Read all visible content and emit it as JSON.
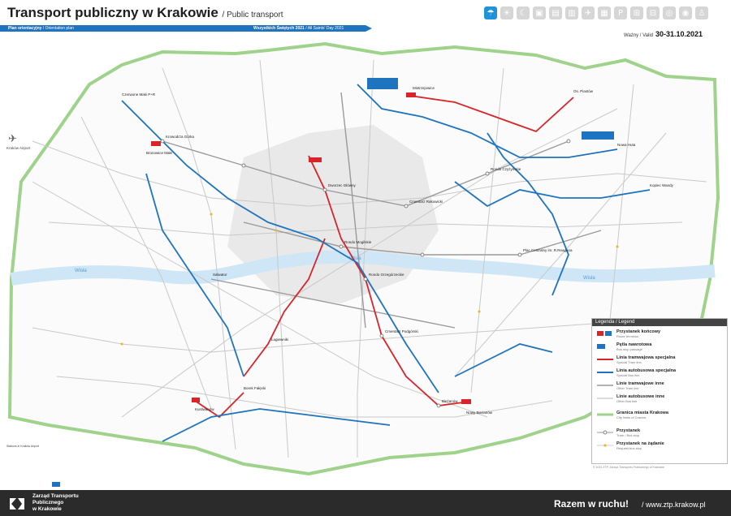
{
  "header": {
    "title": "Transport publiczny w Krakowie",
    "subtitle": "/ Public transport",
    "plan_label": "Plan orientacyjny",
    "plan_label_en": "/ Orientation plan",
    "period_label": "Wszystkich Świętych 2021",
    "period_label_en": "/ All Saints' Day 2021",
    "valid_label": "Ważny / Valid",
    "valid_dates": "30-31.10.2021"
  },
  "icons": [
    "weather-icon",
    "day-icon",
    "night-icon",
    "tram-icon",
    "bus-icon",
    "bus-night-icon",
    "agglomeration-icon",
    "ticket-icon",
    "park-icon",
    "park-ride-icon",
    "kiss-ride-icon",
    "bike-icon",
    "bike-rental-icon",
    "pedestrian-icon"
  ],
  "rivers": [
    "Wisła",
    "Wisła",
    "Wisła"
  ],
  "airport": "Kraków Airport",
  "stations": [
    {
      "name": "Krowodrza Górka"
    },
    {
      "name": "Dworzec Główny"
    },
    {
      "name": "Rondo Mogilskie"
    },
    {
      "name": "Rondo Grzegórzeckie"
    },
    {
      "name": "Plac Centralny im. R.Reagana"
    },
    {
      "name": "Rondo Czyżyńskie"
    },
    {
      "name": "Nowy Bieżanów"
    },
    {
      "name": "Czerwone Maki P+R"
    },
    {
      "name": "Bronowice Małe"
    },
    {
      "name": "Mistrzejowice"
    },
    {
      "name": "Kurdwanów"
    },
    {
      "name": "Os. Piastów"
    },
    {
      "name": "Cmentarz Rakowicki"
    },
    {
      "name": "Cmentarz Podgórski"
    },
    {
      "name": "Bieżanów"
    },
    {
      "name": "Salwator"
    },
    {
      "name": "Borek Fałęcki"
    },
    {
      "name": "Łagiewniki"
    },
    {
      "name": "Nowa Huta"
    },
    {
      "name": "Kopiec Wandy"
    }
  ],
  "legend": {
    "title": "Legenda / Legend",
    "items": [
      {
        "label": "Przystanek końcowy",
        "label_en": "Route terminus"
      },
      {
        "label": "Pętla nawrotowa",
        "label_en": "Bus stop passage"
      },
      {
        "label": "Linia tramwajowa specjalna",
        "label_en": "Special Tram line"
      },
      {
        "label": "Linia autobusowa specjalna",
        "label_en": "Special Bus line"
      },
      {
        "label": "Linie tramwajowe inne",
        "label_en": "Other Tram line"
      },
      {
        "label": "Linie autobusowe inne",
        "label_en": "Other Bus line"
      },
      {
        "label": "Granica miasta Krakowa",
        "label_en": "City limits of Cracow"
      },
      {
        "label": "Przystanek",
        "label_en": "Tram / Bus stop"
      },
      {
        "label": "Przystanek na żądanie",
        "label_en": "Request bus stop"
      }
    ],
    "credit": "© 2021 ZTP, Zarząd Transportu Publicznego w Krakowie"
  },
  "note": "Stations in Kraków Airport",
  "footer": {
    "org_line1": "Zarząd Transportu",
    "org_line2": "Publicznego",
    "org_line3": "w Krakowie",
    "slogan": "Razem w ruchu!",
    "url": "/ www.ztp.krakow.pl"
  },
  "colors": {
    "special_tram": "#d9252a",
    "special_bus": "#1e74bf",
    "other_tram": "#9a9a9a",
    "other_bus": "#cfcfcf",
    "river": "#cfe6f6",
    "city_limit": "#9fd28a",
    "header_blue": "#1e74bf",
    "footer": "#2b2b2b"
  }
}
